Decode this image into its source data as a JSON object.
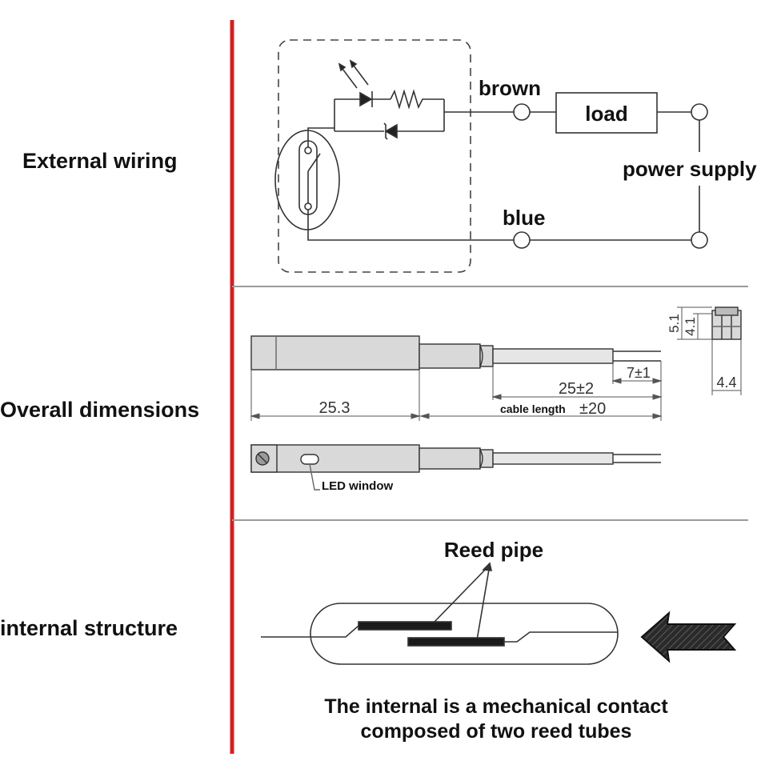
{
  "sections": {
    "wiring": {
      "label": "External wiring"
    },
    "dimensions": {
      "label": "Overall dimensions"
    },
    "structure": {
      "label": "internal structure"
    }
  },
  "wiring": {
    "brown": "brown",
    "blue": "blue",
    "load": "load",
    "power_supply": "power supply"
  },
  "dimensions": {
    "length_body": "25.3",
    "cable_25": "25±2",
    "strip_7": "7±1",
    "cable_length": "cable length",
    "cable_length_tol": "±20",
    "height_5_1": "5.1",
    "height_4_1": "4.1",
    "width_4_4": "4.4",
    "led_window": "LED window"
  },
  "structure": {
    "reed_pipe": "Reed pipe",
    "caption_line1": "The internal is a mechanical contact",
    "caption_line2": "composed of two reed tubes"
  },
  "colors": {
    "accent_line": "#d42020",
    "ink": "#111111",
    "divider": "#9a9a9a",
    "body_fill": "#d9d9d9"
  }
}
